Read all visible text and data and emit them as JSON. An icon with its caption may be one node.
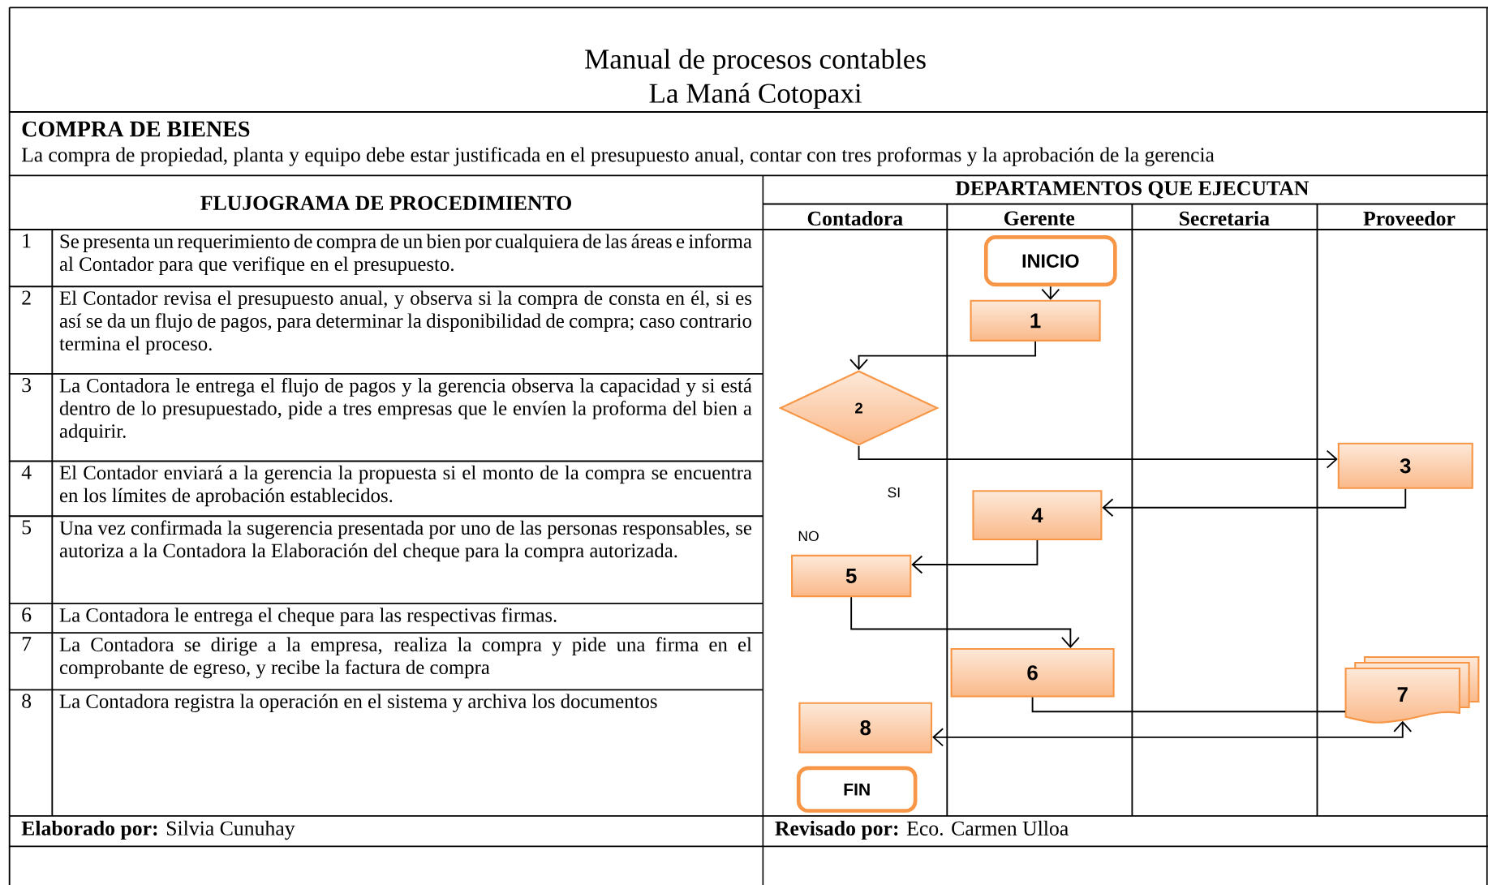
{
  "diagram": {
    "title": "Manual de procesos contables",
    "nodes": [
      {
        "text": [
          "INICIO"
        ]
      },
      {
        "text": [
          "1"
        ]
      },
      {
        "text": [
          "2"
        ]
      },
      {
        "text": [
          "3"
        ]
      },
      {
        "text": [
          "4"
        ]
      },
      {
        "text": [
          "5"
        ]
      },
      {
        "text": [
          "6"
        ]
      },
      {
        "text": [
          "7"
        ]
      },
      {
        "text": [
          "8"
        ]
      },
      {
        "text": [
          "FIN"
        ]
      }
    ],
    "edges": [
      {
        "from": 0,
        "to": 1,
        "arrow": "to"
      },
      {
        "from": 1,
        "to": 2,
        "arrow": "to"
      },
      {
        "from": 2,
        "to": 3,
        "arrow": "to"
      },
      {
        "from": 3,
        "to": 4,
        "arrow": "to"
      },
      {
        "from": 4,
        "to": 5,
        "arrow": "to"
      },
      {
        "from": 5,
        "to": 6,
        "arrow": "to"
      },
      {
        "from": 6,
        "to": 7,
        "arrow": "none"
      },
      {
        "from": 7,
        "to": 8,
        "arrow": "both"
      }
    ],
    "labels": [
      "La Maná Cotopaxi",
      "COMPRA DE BIENES",
      "La compra de propiedad, planta y equipo debe estar justificada en el presupuesto anual, contar con tres proformas y la aprobación de la gerencia",
      "FLUJOGRAMA DE PROCEDIMIENTO",
      "DEPARTAMENTOS QUE EJECUTAN",
      "Contadora",
      "Gerente",
      "Secretaria",
      "Proveedor",
      "1",
      "Se presenta un requerimiento de compra de un bien por cualquiera de las áreas e informa al Contador para que verifique en el presupuesto.",
      "2",
      "El Contador revisa el presupuesto anual, y observa si la compra de consta en él, si es así se da un flujo de pagos, para determinar la disponibilidad de compra; caso contrario termina el proceso.",
      "3",
      "La Contadora le entrega el flujo de pagos y la gerencia observa la capacidad y si está dentro de lo presupuestado, pide a tres empresas que le envíen la proforma del bien a adquirir.",
      "4",
      "El Contador enviará a la gerencia la propuesta si el monto de la compra se encuentra en los límites de aprobación establecidos.",
      "5",
      "Una vez confirmada la sugerencia presentada por uno de las personas responsables, se autoriza a la Contadora la Elaboración del cheque para la compra autorizada.",
      "6",
      "La Contadora le entrega el cheque para las respectivas firmas.",
      "7",
      "La Contadora se dirige a la empresa, realiza la compra y pide una firma en el comprobante de egreso, y recibe la factura de compra",
      "8",
      "La Contadora registra la operación en el sistema y archiva los documentos",
      "SI",
      "NO",
      "**Elaborado por:** Silvia Cunuhay",
      "**Revisado por:** Eco. Carmen Ulloa"
    ]
  }
}
